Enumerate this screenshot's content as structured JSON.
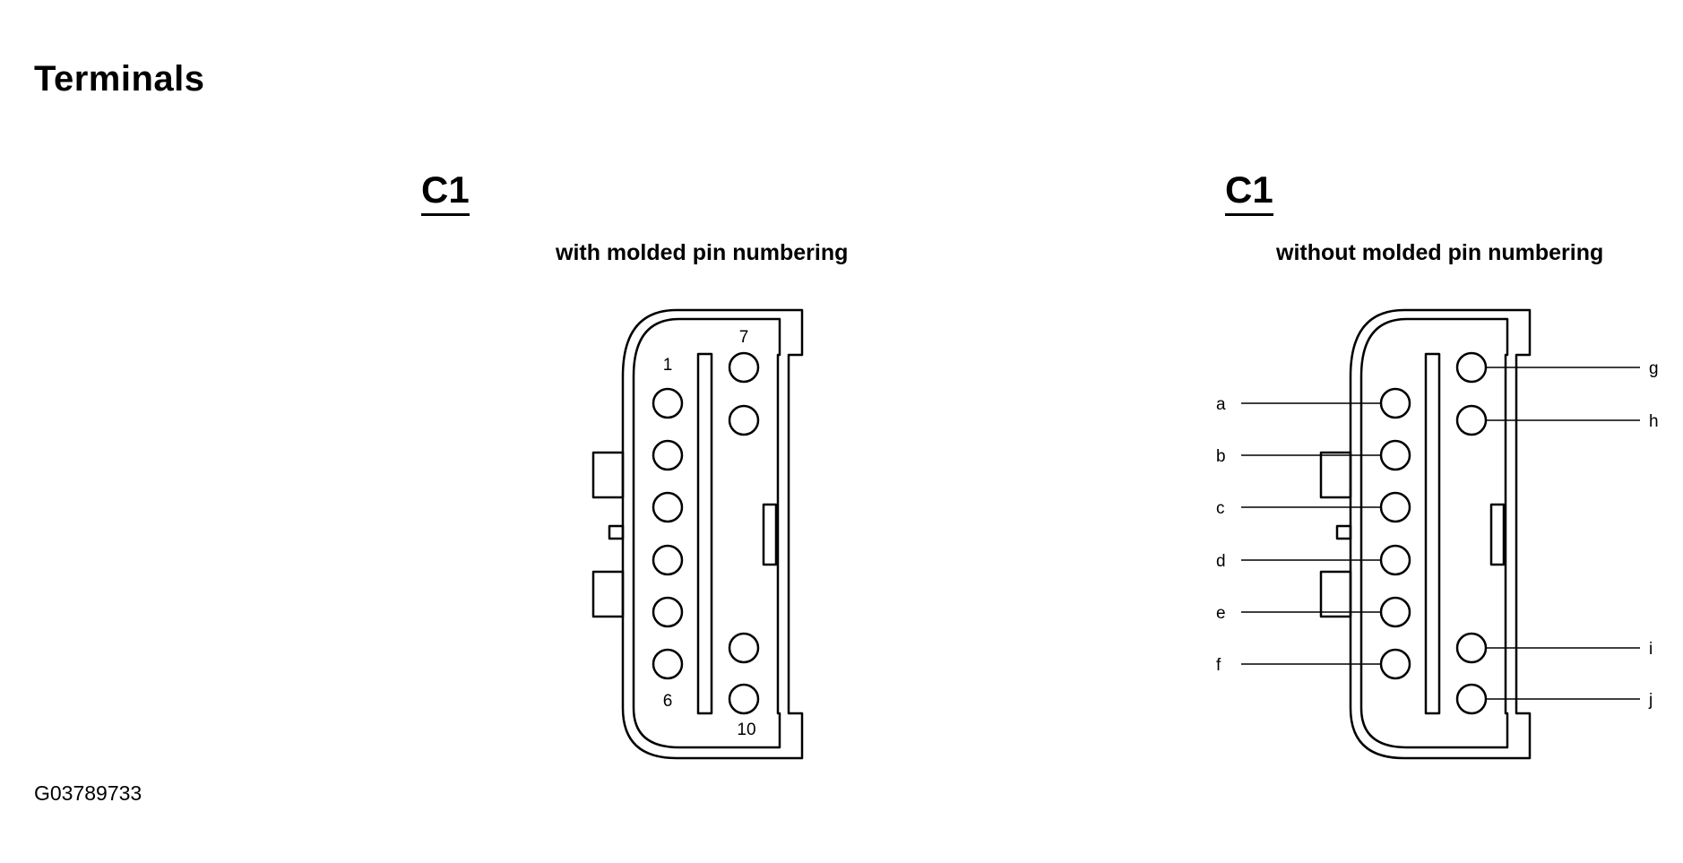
{
  "title": "Terminals",
  "figure_id": "G03789733",
  "connectors": [
    {
      "id": "C1",
      "caption": "with molded pin numbering",
      "pin_labels": [
        "1",
        "7",
        "6",
        "10"
      ]
    },
    {
      "id": "C1",
      "caption": "without molded pin numbering",
      "pin_labels": [
        "a",
        "b",
        "c",
        "d",
        "e",
        "f",
        "g",
        "h",
        "i",
        "j"
      ]
    }
  ],
  "colors": {
    "line": "#000000",
    "background": "#ffffff"
  }
}
